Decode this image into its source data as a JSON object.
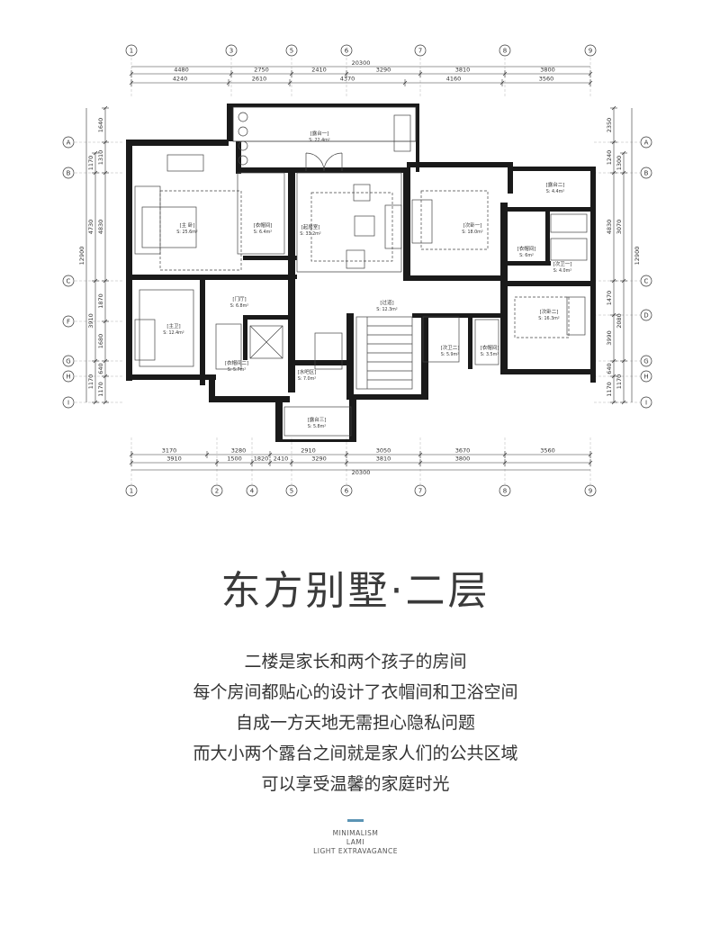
{
  "plan": {
    "axes_top": [
      "1",
      "3",
      "5",
      "6",
      "7",
      "8",
      "9"
    ],
    "axes_bottom": [
      "1",
      "2",
      "4",
      "5",
      "6",
      "7",
      "8",
      "9"
    ],
    "axes_left": [
      "A",
      "B",
      "C",
      "F",
      "G",
      "H",
      "I"
    ],
    "axes_right": [
      "A",
      "B",
      "C",
      "D",
      "G",
      "H",
      "I"
    ],
    "dims_top_row1": [
      "4480",
      "2750",
      "2410",
      "3290",
      "3810",
      "3800"
    ],
    "dims_top_row2": [
      "4240",
      "2610",
      "4370",
      "4160",
      "3560"
    ],
    "dims_top_total": "20300",
    "dims_bottom_row1": [
      "3170",
      "3280",
      "2910",
      "3050",
      "3670",
      "3560"
    ],
    "dims_bottom_row2": [
      "3910",
      "1500",
      "1820",
      "2410",
      "3290",
      "3810",
      "3800"
    ],
    "dims_bottom_total": "20300",
    "dims_left_outer": [
      "1640",
      "1310",
      "4830",
      "1870",
      "1680",
      "640",
      "1170"
    ],
    "dims_left_inner": [
      "1170",
      "4730",
      "3910",
      "1170"
    ],
    "dims_left_total": "12900",
    "dims_right_outer": [
      "2350",
      "1240",
      "4830",
      "1470",
      "3990",
      "640",
      "1170"
    ],
    "dims_right_inner": [
      "1300",
      "3070",
      "2080",
      "1170"
    ],
    "dims_right_total": "12900",
    "rooms": [
      {
        "name": "[露台一]",
        "area": "S: 22.4m²"
      },
      {
        "name": "[主 卧]",
        "area": "S: 25.6m²"
      },
      {
        "name": "[衣帽间]",
        "area": "S: 6.4m²"
      },
      {
        "name": "[起居室]",
        "area": "S: 33.2m²"
      },
      {
        "name": "[次卧一]",
        "area": "S: 18.0m²"
      },
      {
        "name": "[露台二]",
        "area": "S: 4.4m²"
      },
      {
        "name": "[衣帽间]",
        "area": "S: 6m²"
      },
      {
        "name": "[次卫一]",
        "area": "S: 4.0m²"
      },
      {
        "name": "[门厅]",
        "area": "S: 6.8m²"
      },
      {
        "name": "[主卫]",
        "area": "S: 12.4m²"
      },
      {
        "name": "[过道]",
        "area": "S: 12.3m²"
      },
      {
        "name": "[次卧二]",
        "area": "S: 16.3m²"
      },
      {
        "name": "[次卫二]",
        "area": "S: 5.9m²"
      },
      {
        "name": "[衣帽间]",
        "area": "S: 3.5m²"
      },
      {
        "name": "[衣帽间二]",
        "area": "S: 5.7m²"
      },
      {
        "name": "[水吧区]",
        "area": "S: 7.0m²"
      },
      {
        "name": "[露台三]",
        "area": "S: 5.8m²"
      }
    ]
  },
  "title": "东方别墅·二层",
  "description": [
    "二楼是家长和两个孩子的房间",
    "每个房间都贴心的设计了衣帽间和卫浴空间",
    "自成一方天地无需担心隐私问题",
    "而大小两个露台之间就是家人们的公共区域",
    "可以享受温馨的家庭时光"
  ],
  "brand": {
    "line1": "MINIMALISM",
    "line2": "LAMI",
    "line3": "LIGHT EXTRAVAGANCE"
  },
  "colors": {
    "wall": "#1a1a1a",
    "accent": "#5b94b4"
  }
}
